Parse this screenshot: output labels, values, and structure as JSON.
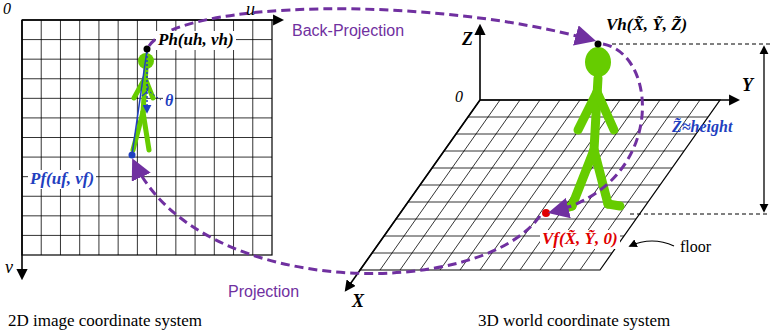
{
  "diagram": {
    "labels": [
      "0",
      "u",
      "v",
      "Ph(uh, vh)",
      "θ",
      "Pf(uf, vf)",
      "Back-Projection",
      "Projection",
      "Z",
      "0",
      "Y",
      "X",
      "Vh(X̃, Ỹ, Z̃)",
      "Z̃≈height",
      "Vf(X̃, Ỹ, 0)",
      "floor",
      "2D image coordinate system",
      "3D world coordinate system"
    ]
  }
}
